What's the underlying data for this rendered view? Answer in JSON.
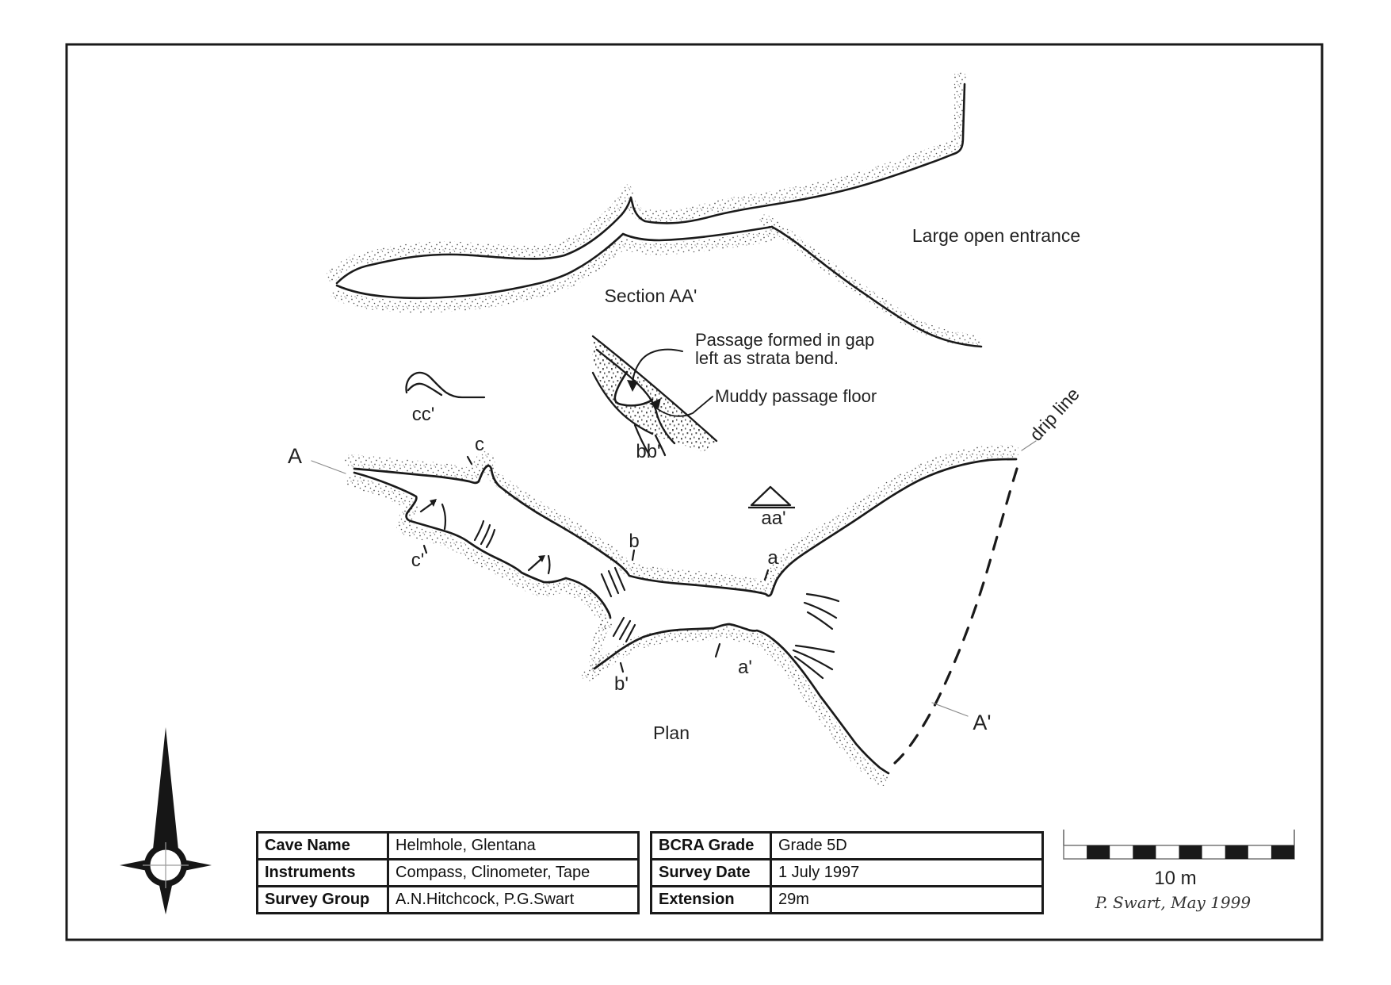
{
  "labels": {
    "section_title": "Section AA'",
    "large_open_entrance": "Large open entrance",
    "note_line1": "Passage formed in gap",
    "note_line2": "left as strata bend.",
    "muddy_floor": "Muddy passage floor",
    "drip_line": "drip line",
    "plan_title": "Plan",
    "A": "A",
    "A_prime": "A'",
    "a": "a",
    "a_prime": "a'",
    "b": "b",
    "b_prime": "b'",
    "c": "c",
    "c_prime": "c'",
    "aa": "aa'",
    "bb": "bb'",
    "cc": "cc'"
  },
  "scale_bar": {
    "label": "10 m"
  },
  "credit": "P. Swart, May 1999",
  "title_block": {
    "left_rows": [
      {
        "label": "Cave Name",
        "value": "Helmhole, Glentana"
      },
      {
        "label": "Instruments",
        "value": "Compass, Clinometer, Tape"
      },
      {
        "label": "Survey Group",
        "value": "A.N.Hitchcock, P.G.Swart"
      }
    ],
    "right_rows": [
      {
        "label": "BCRA Grade",
        "value": "Grade 5D"
      },
      {
        "label": "Survey Date",
        "value": "1 July 1997"
      },
      {
        "label": "Extension",
        "value": "29m"
      }
    ]
  },
  "colors": {
    "ink": "#1a1a1a",
    "stipple": "#4a4a4a"
  }
}
